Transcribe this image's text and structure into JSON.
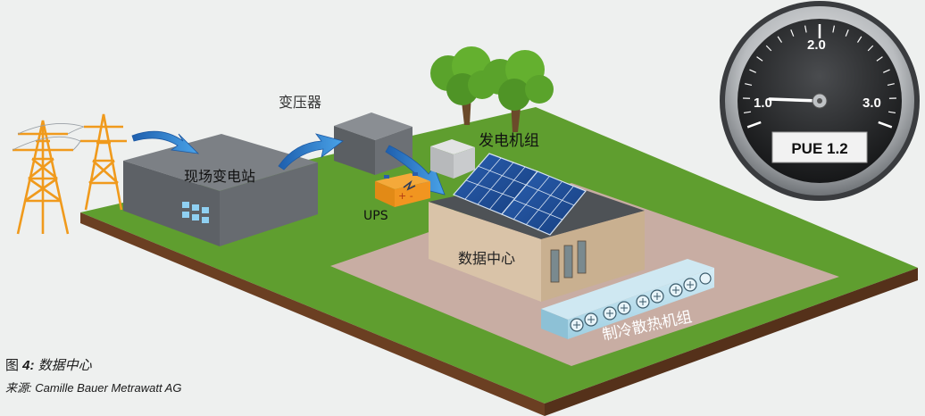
{
  "labels": {
    "substation": "现场变电站",
    "transformer": "变压器",
    "ups": "UPS",
    "generator": "发电机组",
    "datacenter": "数据中心",
    "cooling": "制冷散热机组"
  },
  "gauge": {
    "ticks": [
      "1.0",
      "2.0",
      "3.0"
    ],
    "readout": "PUE 1.2",
    "value": 1.2,
    "min": 1.0,
    "max": 3.0
  },
  "caption": {
    "fig_prefix": "图 ",
    "fig_number": "4:",
    "fig_title": " 数据中心",
    "source": "来源: Camille Bauer Metrawatt AG"
  },
  "colors": {
    "grass": "#5f9e2f",
    "earth": "#6b3f22",
    "building": "#6f7378",
    "datacenter": "#d9c3a8",
    "arrow": "#3b8fd8"
  }
}
